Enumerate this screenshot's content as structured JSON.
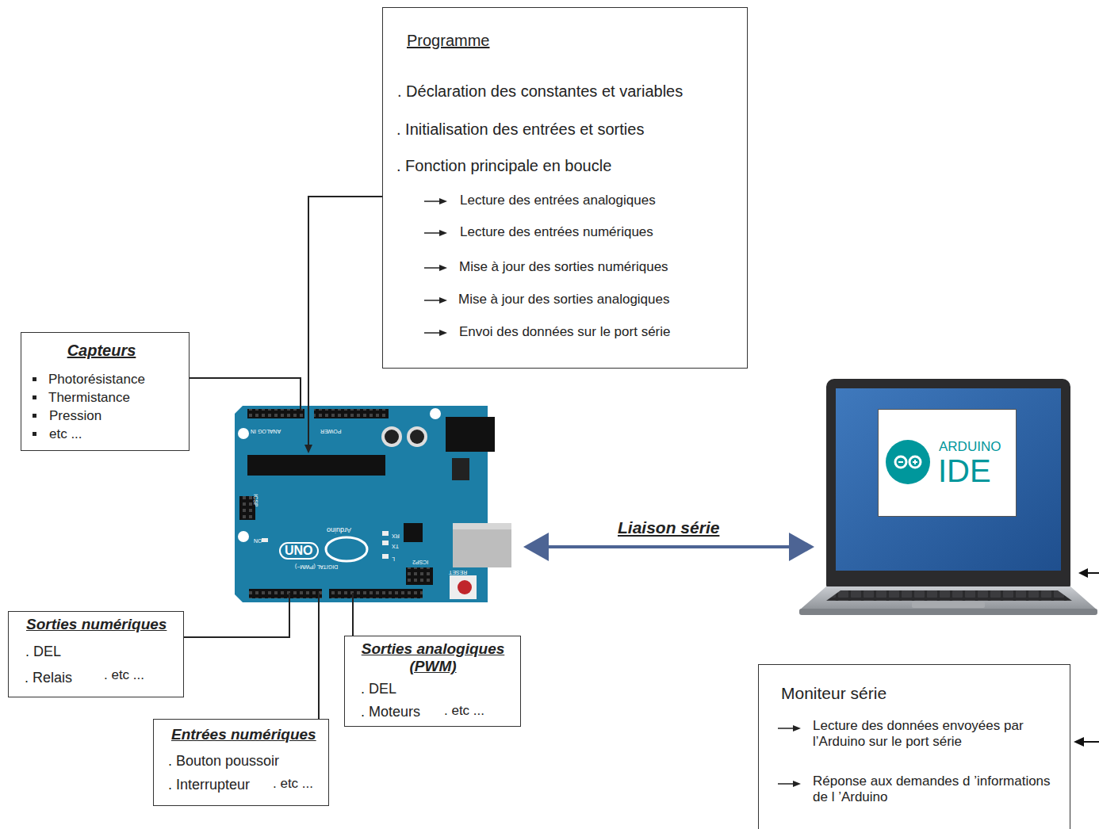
{
  "diagram": {
    "nodes": [
      {
        "text": [
          "Programme",
          ". Déclaration des constantes et variables",
          ". Initialisation des entrées et sorties",
          ". Fonction principale en boucle",
          "Lecture des entrées analogiques",
          "Lecture des entrées numériques",
          "Mise à jour des sorties numériques",
          "Mise à jour des sorties analogiques",
          "Envoi des données sur le port série"
        ]
      },
      {
        "text": [
          "Capteurs",
          "Photorésistance",
          "Thermistance",
          "Pression",
          "etc ..."
        ]
      },
      {
        "text": [
          "UNO"
        ]
      },
      {
        "text": [
          "ARDUINO",
          "IDE"
        ]
      },
      {
        "text": [
          "Sorties numériques",
          ". DEL",
          ". Relais",
          ". etc ..."
        ]
      },
      {
        "text": [
          "Sorties analogiques (PWM)",
          ". DEL",
          ". Moteurs",
          ". etc ..."
        ]
      },
      {
        "text": [
          "Entrées numériques",
          ". Bouton poussoir",
          ". Interrupteur",
          ". etc ..."
        ]
      },
      {
        "text": [
          "Moniteur série",
          "Lecture des données envoyées par l’Arduino sur le port série",
          "Réponse aux demandes d ’informations de l ’Arduino"
        ]
      }
    ],
    "edges": [
      {
        "from": 0,
        "to": 2,
        "arrow": "to"
      },
      {
        "from": 1,
        "to": 2,
        "arrow": "none"
      },
      {
        "from": 2,
        "to": 3,
        "label": "Liaison série",
        "arrow": "both"
      },
      {
        "from": 4,
        "to": 2,
        "arrow": "none"
      },
      {
        "from": 5,
        "to": 2,
        "arrow": "none"
      },
      {
        "from": 6,
        "to": 2,
        "arrow": "none"
      }
    ],
    "labels": [
      "Arduino",
      "ANALOG IN",
      "POWER",
      "DIGITAL (PWM~)",
      "RESET",
      "ICSP",
      "ICSP2",
      "TX",
      "RX",
      "L",
      "ON"
    ]
  }
}
